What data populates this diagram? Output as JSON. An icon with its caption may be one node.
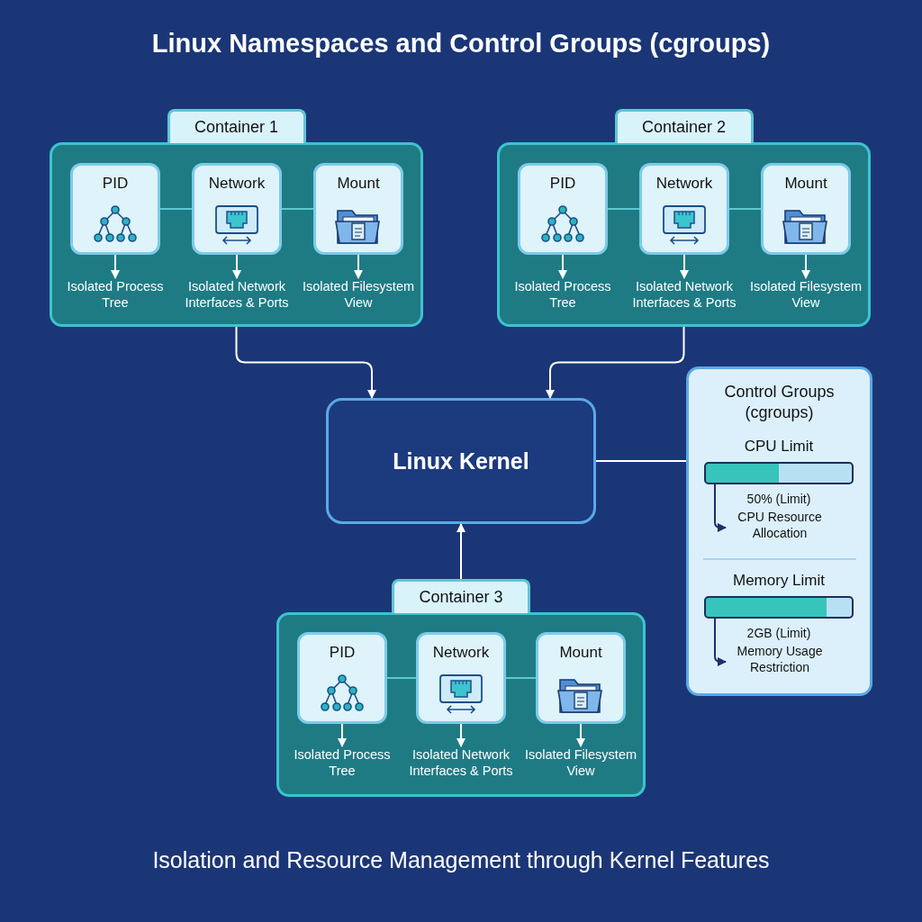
{
  "diagram": {
    "title": "Linux Namespaces and Control Groups (cgroups)",
    "caption": "Isolation and Resource Management through Kernel Features",
    "nodes": [
      {
        "text": [
          "Container 1"
        ]
      },
      {
        "text": [
          "PID"
        ],
        "in": 0
      },
      {
        "text": [
          "Network"
        ],
        "in": 0
      },
      {
        "text": [
          "Mount"
        ],
        "in": 0
      },
      {
        "text": [
          "Isolated Process Tree"
        ],
        "in": 0
      },
      {
        "text": [
          "Isolated Network Interfaces & Ports"
        ],
        "in": 0
      },
      {
        "text": [
          "Isolated Filesystem View"
        ],
        "in": 0
      },
      {
        "text": [
          "Container 2"
        ]
      },
      {
        "text": [
          "PID"
        ],
        "in": 7
      },
      {
        "text": [
          "Network"
        ],
        "in": 7
      },
      {
        "text": [
          "Mount"
        ],
        "in": 7
      },
      {
        "text": [
          "Isolated Process Tree"
        ],
        "in": 7
      },
      {
        "text": [
          "Isolated Network Interfaces & Ports"
        ],
        "in": 7
      },
      {
        "text": [
          "Isolated Filesystem View"
        ],
        "in": 7
      },
      {
        "text": [
          "Linux Kernel"
        ]
      },
      {
        "text": [
          "Control Groups (cgroups)"
        ]
      },
      {
        "text": [
          "CPU Limit",
          "50% (Limit)"
        ],
        "in": 15
      },
      {
        "text": [
          "CPU Resource Allocation"
        ],
        "in": 15
      },
      {
        "text": [
          "Memory Limit",
          "2GB (Limit)"
        ],
        "in": 15
      },
      {
        "text": [
          "Memory Usage Restriction"
        ],
        "in": 15
      },
      {
        "text": [
          "Container 3"
        ]
      },
      {
        "text": [
          "PID"
        ],
        "in": 20
      },
      {
        "text": [
          "Network"
        ],
        "in": 20
      },
      {
        "text": [
          "Mount"
        ],
        "in": 20
      },
      {
        "text": [
          "Isolated Process Tree"
        ],
        "in": 20
      },
      {
        "text": [
          "Isolated Network Interfaces & Ports"
        ],
        "in": 20
      },
      {
        "text": [
          "Isolated Filesystem View"
        ],
        "in": 20
      }
    ],
    "edges": [
      {
        "from": 1,
        "to": 2,
        "arrow": "none",
        "color": "#5cc9d0"
      },
      {
        "from": 2,
        "to": 3,
        "arrow": "none",
        "color": "#5cc9d0"
      },
      {
        "from": 1,
        "to": 4,
        "arrow": "to"
      },
      {
        "from": 2,
        "to": 5,
        "arrow": "to"
      },
      {
        "from": 3,
        "to": 6,
        "arrow": "to"
      },
      {
        "from": 8,
        "to": 9,
        "arrow": "none",
        "color": "#5cc9d0"
      },
      {
        "from": 9,
        "to": 10,
        "arrow": "none",
        "color": "#5cc9d0"
      },
      {
        "from": 8,
        "to": 11,
        "arrow": "to"
      },
      {
        "from": 9,
        "to": 12,
        "arrow": "to"
      },
      {
        "from": 10,
        "to": 13,
        "arrow": "to"
      },
      {
        "from": 21,
        "to": 22,
        "arrow": "none",
        "color": "#5cc9d0"
      },
      {
        "from": 22,
        "to": 23,
        "arrow": "none",
        "color": "#5cc9d0"
      },
      {
        "from": 21,
        "to": 24,
        "arrow": "to"
      },
      {
        "from": 22,
        "to": 25,
        "arrow": "to"
      },
      {
        "from": 23,
        "to": 26,
        "arrow": "to"
      },
      {
        "from": 0,
        "to": 14,
        "arrow": "to"
      },
      {
        "from": 7,
        "to": 14,
        "arrow": "to"
      },
      {
        "from": 20,
        "to": 14,
        "arrow": "to"
      },
      {
        "from": 14,
        "to": 15,
        "arrow": "none"
      },
      {
        "from": 16,
        "to": 17,
        "arrow": "to",
        "color": "#1b2f6b"
      },
      {
        "from": 18,
        "to": 19,
        "arrow": "to",
        "color": "#1b2f6b"
      }
    ]
  }
}
